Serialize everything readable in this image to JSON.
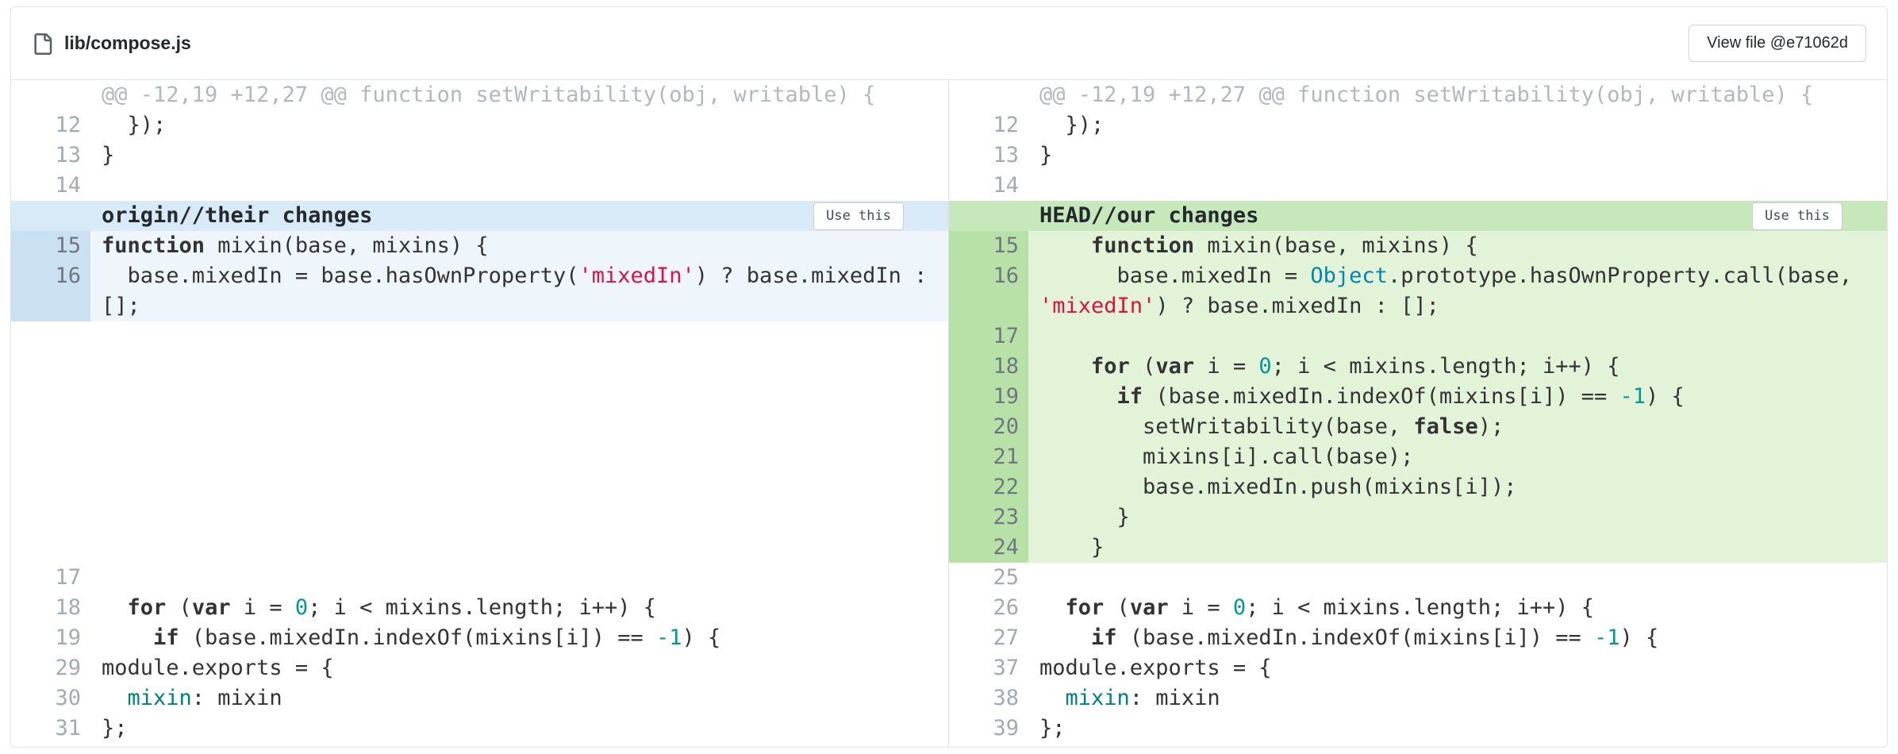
{
  "file_header": {
    "icon": "file-icon",
    "file_name": "lib/compose.js",
    "view_file_button": "View file @e71062d"
  },
  "colors": {
    "left": {
      "header_bg": "#d8e9f8",
      "code_bg": "#eef5fb",
      "gutter_bg": "#cbe1f3"
    },
    "right": {
      "header_bg": "#c6e8ba",
      "code_bg": "#e3f3d8",
      "gutter_bg": "#b8e1a8"
    },
    "syntax": {
      "keyword": "#333333",
      "string": "#dd1144",
      "number": "#009999",
      "builtin": "#0086b3",
      "property": "#008080"
    }
  },
  "panels": [
    {
      "id": "left",
      "conflict_label": "origin//their changes",
      "use_this_button": "Use this",
      "rows": [
        {
          "t": "hunk",
          "text": "@@ -12,19 +12,27 @@ function setWritability(obj, writable) {"
        },
        {
          "t": "code",
          "n": "12",
          "seg": [
            [
              "  });",
              ""
            ]
          ]
        },
        {
          "t": "code",
          "n": "13",
          "seg": [
            [
              "}",
              ""
            ]
          ]
        },
        {
          "t": "code",
          "n": "14",
          "seg": []
        },
        {
          "t": "chead"
        },
        {
          "t": "ccode",
          "n": "15",
          "seg": [
            [
              "function",
              "k"
            ],
            [
              " mixin(base, mixins) {",
              ""
            ]
          ]
        },
        {
          "t": "ccode",
          "n": "16",
          "seg": [
            [
              "  base.mixedIn = base.hasOwnProperty(",
              ""
            ],
            [
              "'mixedIn'",
              "s"
            ],
            [
              ") ? base.mixedIn : [];",
              ""
            ]
          ]
        },
        {
          "t": "spacer",
          "lines": 8
        },
        {
          "t": "code",
          "n": "17",
          "seg": []
        },
        {
          "t": "code",
          "n": "18",
          "seg": [
            [
              "  ",
              ""
            ],
            [
              "for",
              "k"
            ],
            [
              " (",
              ""
            ],
            [
              "var",
              "k"
            ],
            [
              " i = ",
              ""
            ],
            [
              "0",
              "n"
            ],
            [
              "; i < mixins.length; i++) {",
              ""
            ]
          ]
        },
        {
          "t": "code",
          "n": "19",
          "seg": [
            [
              "    ",
              ""
            ],
            [
              "if",
              "k"
            ],
            [
              " (base.mixedIn.indexOf(mixins[i]) == ",
              ""
            ],
            [
              "-1",
              "n"
            ],
            [
              ") {",
              ""
            ]
          ]
        },
        {
          "t": "code",
          "n": "29",
          "seg": [
            [
              "module.exports = {",
              ""
            ]
          ]
        },
        {
          "t": "code",
          "n": "30",
          "seg": [
            [
              "  ",
              ""
            ],
            [
              "mixin",
              "p"
            ],
            [
              ": mixin",
              ""
            ]
          ]
        },
        {
          "t": "code",
          "n": "31",
          "seg": [
            [
              "};",
              ""
            ]
          ]
        }
      ]
    },
    {
      "id": "right",
      "conflict_label": "HEAD//our changes",
      "use_this_button": "Use this",
      "rows": [
        {
          "t": "hunk",
          "text": "@@ -12,19 +12,27 @@ function setWritability(obj, writable) {"
        },
        {
          "t": "code",
          "n": "12",
          "seg": [
            [
              "  });",
              ""
            ]
          ]
        },
        {
          "t": "code",
          "n": "13",
          "seg": [
            [
              "}",
              ""
            ]
          ]
        },
        {
          "t": "code",
          "n": "14",
          "seg": []
        },
        {
          "t": "chead"
        },
        {
          "t": "ccode",
          "n": "15",
          "seg": [
            [
              "    ",
              ""
            ],
            [
              "function",
              "k"
            ],
            [
              " mixin(base, mixins) {",
              ""
            ]
          ]
        },
        {
          "t": "ccode",
          "n": "16",
          "seg": [
            [
              "      base.mixedIn = ",
              ""
            ],
            [
              "Object",
              "b"
            ],
            [
              ".prototype.hasOwnProperty.call(base, ",
              ""
            ],
            [
              "'mixedIn'",
              "s"
            ],
            [
              ") ? base.mixedIn : [];",
              ""
            ]
          ]
        },
        {
          "t": "ccode",
          "n": "17",
          "seg": []
        },
        {
          "t": "ccode",
          "n": "18",
          "seg": [
            [
              "    ",
              ""
            ],
            [
              "for",
              "k"
            ],
            [
              " (",
              ""
            ],
            [
              "var",
              "k"
            ],
            [
              " i = ",
              ""
            ],
            [
              "0",
              "n"
            ],
            [
              "; i < mixins.length; i++) {",
              ""
            ]
          ]
        },
        {
          "t": "ccode",
          "n": "19",
          "seg": [
            [
              "      ",
              ""
            ],
            [
              "if",
              "k"
            ],
            [
              " (base.mixedIn.indexOf(mixins[i]) == ",
              ""
            ],
            [
              "-1",
              "n"
            ],
            [
              ") {",
              ""
            ]
          ]
        },
        {
          "t": "ccode",
          "n": "20",
          "seg": [
            [
              "        setWritability(base, ",
              ""
            ],
            [
              "false",
              "k"
            ],
            [
              ");",
              ""
            ]
          ]
        },
        {
          "t": "ccode",
          "n": "21",
          "seg": [
            [
              "        mixins[i].call(base);",
              ""
            ]
          ]
        },
        {
          "t": "ccode",
          "n": "22",
          "seg": [
            [
              "        base.mixedIn.push(mixins[i]);",
              ""
            ]
          ]
        },
        {
          "t": "ccode",
          "n": "23",
          "seg": [
            [
              "      }",
              ""
            ]
          ]
        },
        {
          "t": "ccode",
          "n": "24",
          "seg": [
            [
              "    }",
              ""
            ]
          ]
        },
        {
          "t": "code",
          "n": "25",
          "seg": []
        },
        {
          "t": "code",
          "n": "26",
          "seg": [
            [
              "  ",
              ""
            ],
            [
              "for",
              "k"
            ],
            [
              " (",
              ""
            ],
            [
              "var",
              "k"
            ],
            [
              " i = ",
              ""
            ],
            [
              "0",
              "n"
            ],
            [
              "; i < mixins.length; i++) {",
              ""
            ]
          ]
        },
        {
          "t": "code",
          "n": "27",
          "seg": [
            [
              "    ",
              ""
            ],
            [
              "if",
              "k"
            ],
            [
              " (base.mixedIn.indexOf(mixins[i]) == ",
              ""
            ],
            [
              "-1",
              "n"
            ],
            [
              ") {",
              ""
            ]
          ]
        },
        {
          "t": "code",
          "n": "37",
          "seg": [
            [
              "module.exports = {",
              ""
            ]
          ]
        },
        {
          "t": "code",
          "n": "38",
          "seg": [
            [
              "  ",
              ""
            ],
            [
              "mixin",
              "p"
            ],
            [
              ": mixin",
              ""
            ]
          ]
        },
        {
          "t": "code",
          "n": "39",
          "seg": [
            [
              "};",
              ""
            ]
          ]
        }
      ]
    }
  ]
}
